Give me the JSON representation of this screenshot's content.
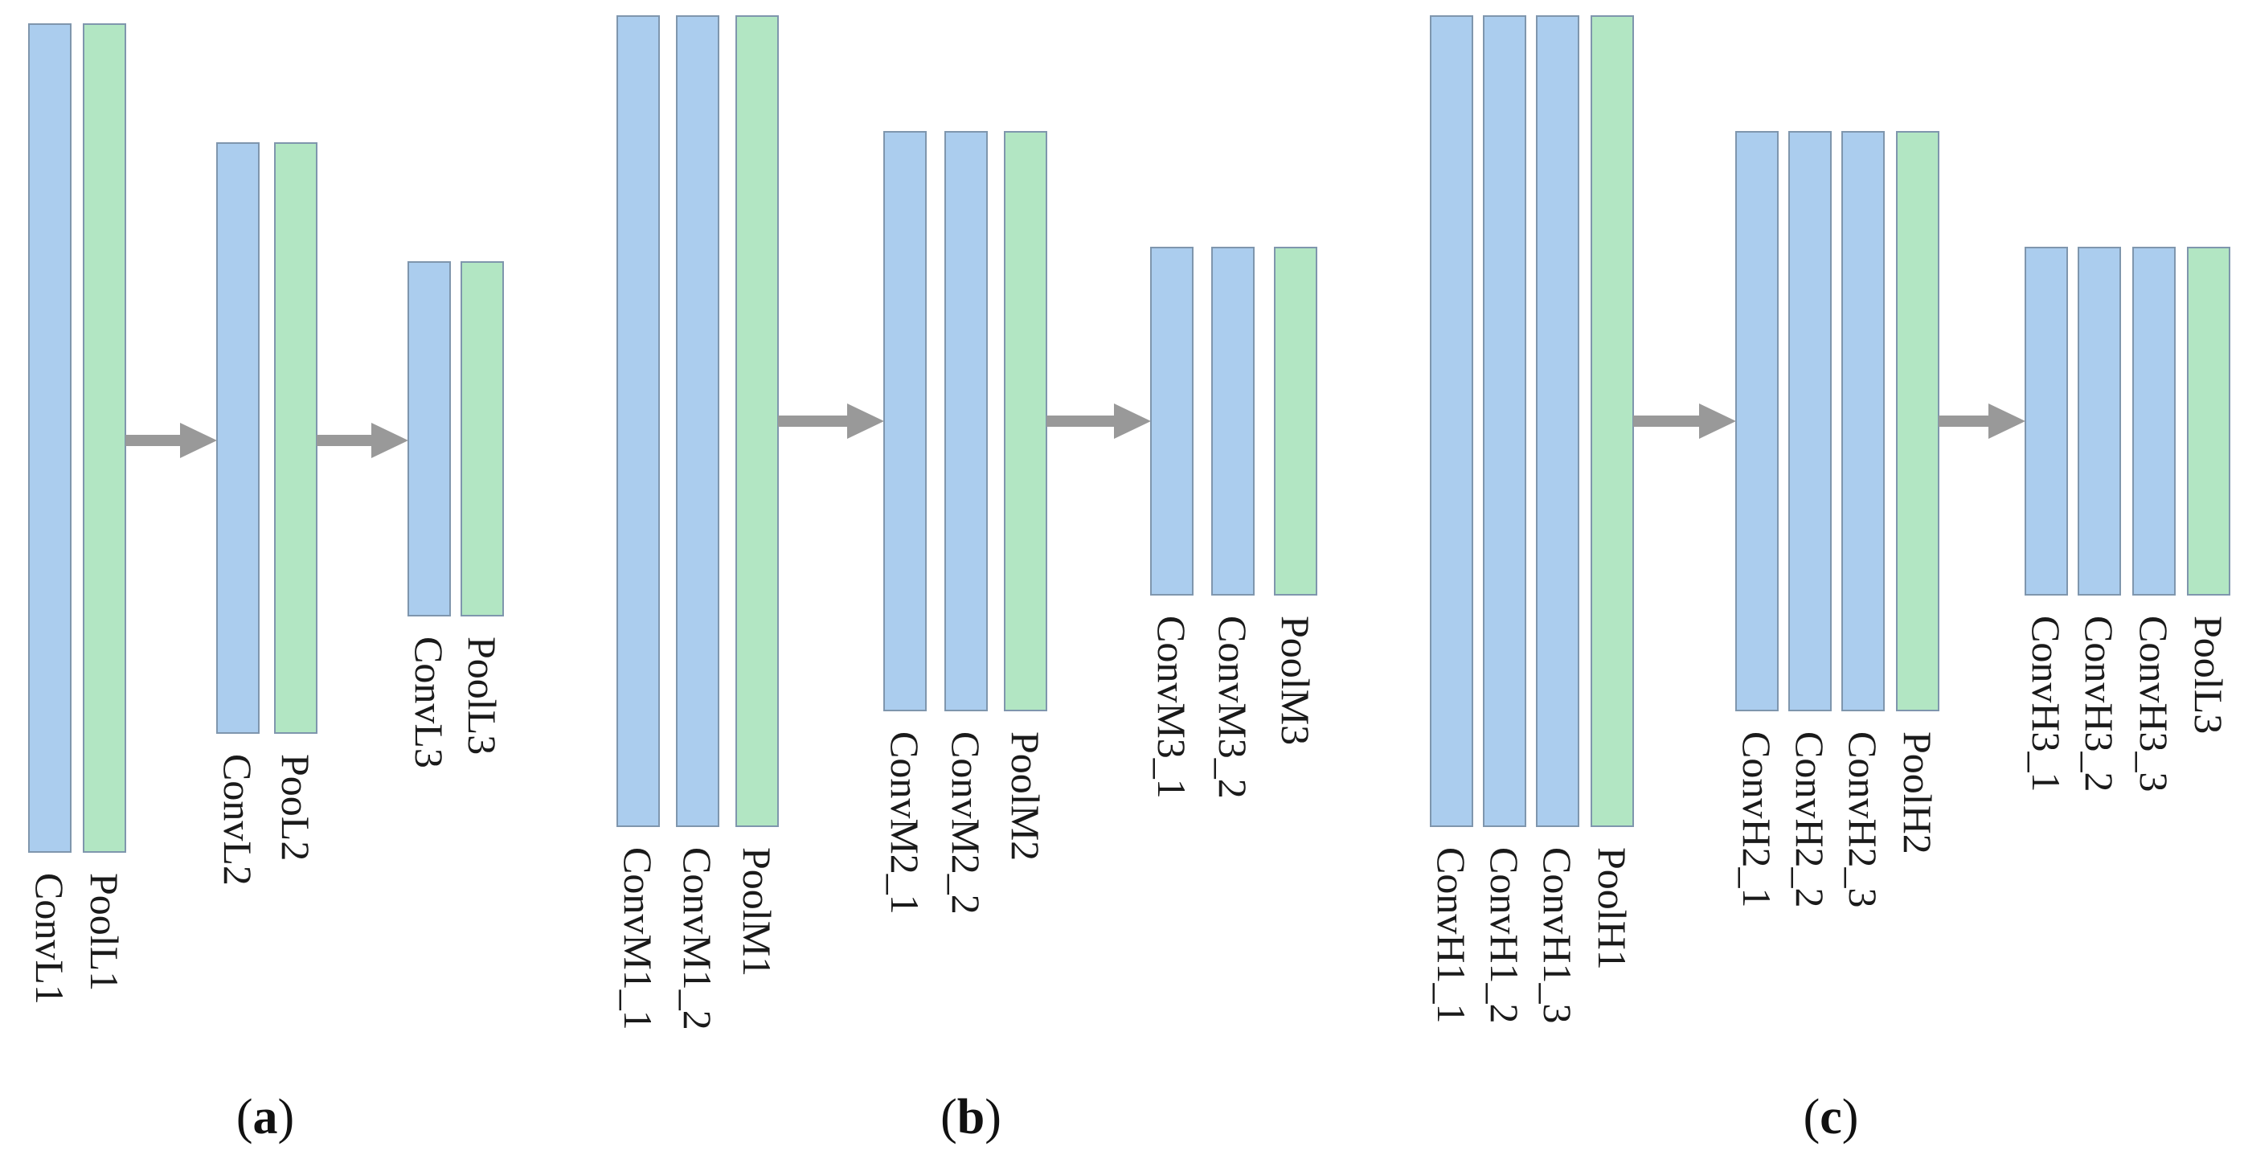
{
  "colors": {
    "conv_fill": "#abcdee",
    "pool_fill": "#b2e6c3",
    "bar_stroke": "#7f96ad",
    "arrow": "#999999"
  },
  "panels": [
    {
      "id": "a",
      "caption": {
        "open": "(",
        "letter": "a",
        "close": ")"
      },
      "stages": [
        {
          "layers": [
            {
              "type": "conv",
              "label": "ConvL1"
            },
            {
              "type": "pool",
              "label": "PoolL1"
            }
          ]
        },
        {
          "layers": [
            {
              "type": "conv",
              "label": "ConvL2"
            },
            {
              "type": "pool",
              "label": "PooL2"
            }
          ]
        },
        {
          "layers": [
            {
              "type": "conv",
              "label": "ConvL3"
            },
            {
              "type": "pool",
              "label": "PoolL3"
            }
          ]
        }
      ]
    },
    {
      "id": "b",
      "caption": {
        "open": "(",
        "letter": "b",
        "close": ")"
      },
      "stages": [
        {
          "layers": [
            {
              "type": "conv",
              "label": "ConvM1_1"
            },
            {
              "type": "conv",
              "label": "ConvM1_2"
            },
            {
              "type": "pool",
              "label": "PoolM1"
            }
          ]
        },
        {
          "layers": [
            {
              "type": "conv",
              "label": "ConvM2_1"
            },
            {
              "type": "conv",
              "label": "ConvM2_2"
            },
            {
              "type": "pool",
              "label": "PoolM2"
            }
          ]
        },
        {
          "layers": [
            {
              "type": "conv",
              "label": "ConvM3_1"
            },
            {
              "type": "conv",
              "label": "ConvM3_2"
            },
            {
              "type": "pool",
              "label": "PoolM3"
            }
          ]
        }
      ]
    },
    {
      "id": "c",
      "caption": {
        "open": "(",
        "letter": "c",
        "close": ")"
      },
      "stages": [
        {
          "layers": [
            {
              "type": "conv",
              "label": "ConvH1_1"
            },
            {
              "type": "conv",
              "label": "ConvH1_2"
            },
            {
              "type": "conv",
              "label": "ConvH1_3"
            },
            {
              "type": "pool",
              "label": "PoolH1"
            }
          ]
        },
        {
          "layers": [
            {
              "type": "conv",
              "label": "ConvH2_1"
            },
            {
              "type": "conv",
              "label": "ConvH2_2"
            },
            {
              "type": "conv",
              "label": "ConvH2_3"
            },
            {
              "type": "pool",
              "label": "PoolH2"
            }
          ]
        },
        {
          "layers": [
            {
              "type": "conv",
              "label": "ConvH3_1"
            },
            {
              "type": "conv",
              "label": "ConvH3_2"
            },
            {
              "type": "conv",
              "label": "ConvH3_3"
            },
            {
              "type": "pool",
              "label": "PoolL3"
            }
          ]
        }
      ]
    }
  ]
}
